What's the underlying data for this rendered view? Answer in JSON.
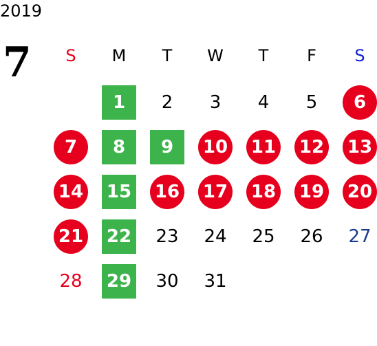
{
  "calendar": {
    "year": "2019",
    "month": "7",
    "weekdays": [
      {
        "label": "S",
        "color": "#e6001d"
      },
      {
        "label": "M",
        "color": "#000000"
      },
      {
        "label": "T",
        "color": "#000000"
      },
      {
        "label": "W",
        "color": "#000000"
      },
      {
        "label": "T",
        "color": "#000000"
      },
      {
        "label": "F",
        "color": "#000000"
      },
      {
        "label": "S",
        "color": "#1020d8"
      }
    ],
    "weeks": [
      [
        null,
        {
          "day": "1",
          "mark": "green-square"
        },
        {
          "day": "2"
        },
        {
          "day": "3"
        },
        {
          "day": "4"
        },
        {
          "day": "5"
        },
        {
          "day": "6",
          "mark": "red-circle"
        }
      ],
      [
        {
          "day": "7",
          "mark": "red-circle"
        },
        {
          "day": "8",
          "mark": "green-square"
        },
        {
          "day": "9",
          "mark": "green-square"
        },
        {
          "day": "10",
          "mark": "red-circle"
        },
        {
          "day": "11",
          "mark": "red-circle"
        },
        {
          "day": "12",
          "mark": "red-circle"
        },
        {
          "day": "13",
          "mark": "red-circle"
        }
      ],
      [
        {
          "day": "14",
          "mark": "red-circle"
        },
        {
          "day": "15",
          "mark": "green-square"
        },
        {
          "day": "16",
          "mark": "red-circle"
        },
        {
          "day": "17",
          "mark": "red-circle"
        },
        {
          "day": "18",
          "mark": "red-circle"
        },
        {
          "day": "19",
          "mark": "red-circle"
        },
        {
          "day": "20",
          "mark": "red-circle"
        }
      ],
      [
        {
          "day": "21",
          "mark": "red-circle"
        },
        {
          "day": "22",
          "mark": "green-square"
        },
        {
          "day": "23"
        },
        {
          "day": "24"
        },
        {
          "day": "25"
        },
        {
          "day": "26"
        },
        {
          "day": "27",
          "color": "#1a3c8f"
        }
      ],
      [
        {
          "day": "28",
          "color": "#e6001d"
        },
        {
          "day": "29",
          "mark": "green-square"
        },
        {
          "day": "30"
        },
        {
          "day": "31"
        },
        null,
        null,
        null
      ]
    ],
    "colors": {
      "red_circle": "#e6001d",
      "green_square": "#3cb44b",
      "marked_text": "#ffffff",
      "default_text": "#000000"
    }
  }
}
